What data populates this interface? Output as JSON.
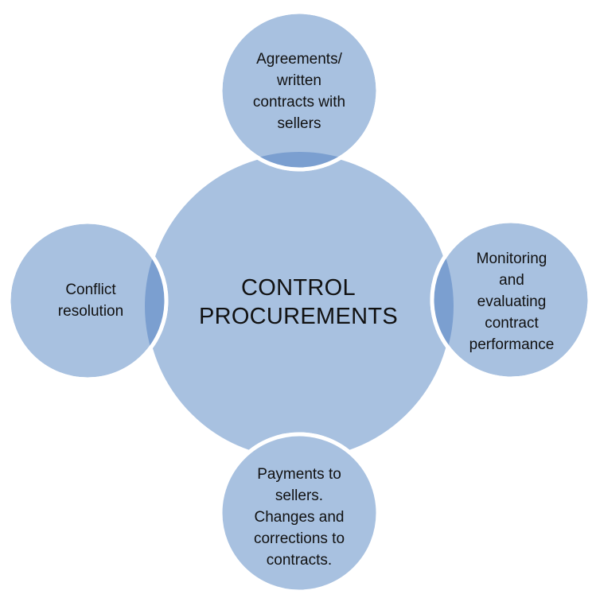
{
  "diagram": {
    "center": {
      "label": "CONTROL\nPROCUREMENTS"
    },
    "top": {
      "label": "Agreements/\nwritten\ncontracts with\nsellers"
    },
    "right": {
      "label": "Monitoring\nand\nevaluating\ncontract\nperformance"
    },
    "left": {
      "label": "Conflict\nresolution"
    },
    "bottom": {
      "label": "Payments to\nsellers.\nChanges and\ncorrections to\ncontracts."
    }
  },
  "colors": {
    "circle_fill": "#a8c1e0",
    "overlap_fill": "#7b9fd0",
    "stroke": "#ffffff",
    "text": "#111111"
  }
}
